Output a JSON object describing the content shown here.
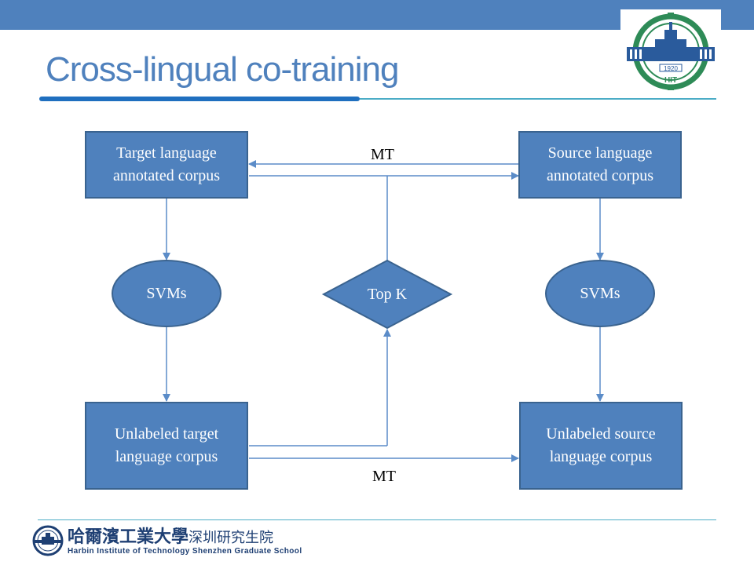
{
  "slide": {
    "title": "Cross-lingual co-training"
  },
  "diagram": {
    "target_annotated": {
      "line1": "Target language",
      "line2": "annotated corpus"
    },
    "source_annotated": {
      "line1": "Source language",
      "line2": "annotated corpus"
    },
    "svms_left": "SVMs",
    "svms_right": "SVMs",
    "top_k": "Top K",
    "target_unlabeled": {
      "line1": "Unlabeled target",
      "line2": "language corpus"
    },
    "source_unlabeled": {
      "line1": "Unlabeled source",
      "line2": "language corpus"
    },
    "mt_top": "MT",
    "mt_bottom": "MT"
  },
  "logo": {
    "year": "1920",
    "letters": "HIT"
  },
  "footer": {
    "chinese_name": "哈爾濱工業大學",
    "chinese_campus": "深圳研究生院",
    "english_name": "Harbin Institute of Technology Shenzhen Graduate School"
  },
  "colors": {
    "accent": "#4f81bd",
    "accent_dark": "#3a638f",
    "title_rule": "#1f6fbf",
    "thin_rule": "#4bacc6",
    "arrow": "#5b8cc8"
  }
}
